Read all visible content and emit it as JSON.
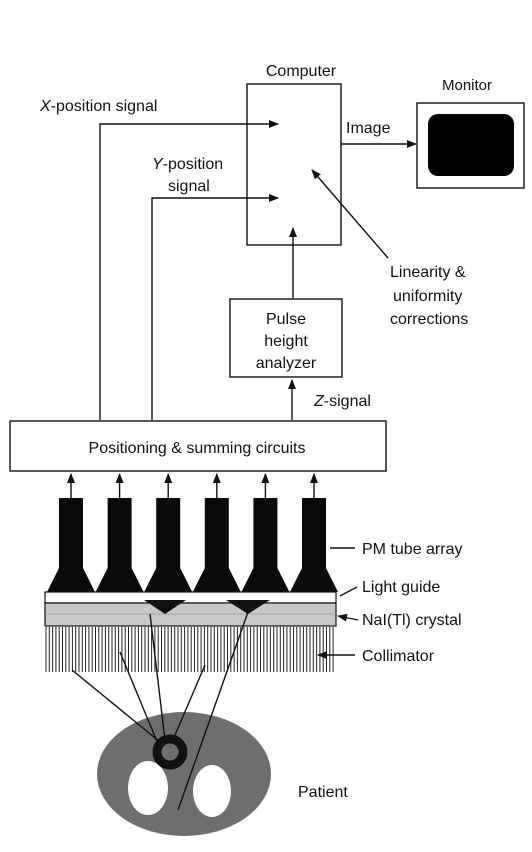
{
  "computer": {
    "label": "Computer"
  },
  "monitor": {
    "label": "Monitor"
  },
  "signals": {
    "x_prefix": "X",
    "x_rest": "-position signal",
    "y_prefix": "Y",
    "y_rest": "-position",
    "y_line2": "signal",
    "z_prefix": "Z",
    "z_rest": "-signal",
    "image": "Image"
  },
  "corrections": {
    "line1": "Linearity &",
    "line2": "uniformity",
    "line3": "corrections"
  },
  "pulse_height_analyzer": {
    "line1": "Pulse",
    "line2": "height",
    "line3": "analyzer"
  },
  "positioning": {
    "label": "Positioning & summing circuits"
  },
  "components": {
    "pm_tube_array": "PM tube array",
    "light_guide": "Light guide",
    "crystal": "NaI(Tl) crystal",
    "collimator": "Collimator",
    "patient": "Patient"
  },
  "colors": {
    "ink": "#111111",
    "tube": "#0a0a0a",
    "crystal": "#c8c8c8",
    "patient": "#6e6e6e",
    "monitor_screen": "#000000"
  },
  "pm_tube_count": 6
}
